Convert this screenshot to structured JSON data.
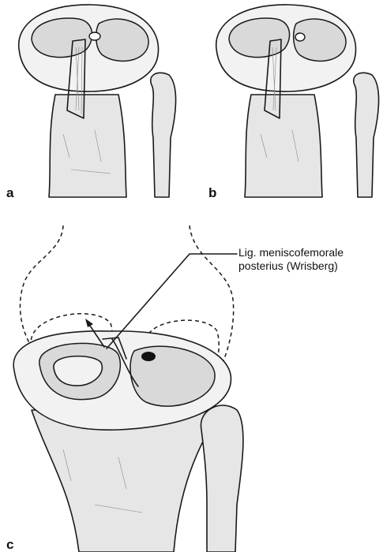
{
  "panels": [
    {
      "id": "a",
      "label": "a"
    },
    {
      "id": "b",
      "label": "b"
    },
    {
      "id": "c",
      "label": "c"
    }
  ],
  "callout": {
    "line1": "Lig. meniscofemorale",
    "line2": "posterius (Wrisberg)"
  }
}
